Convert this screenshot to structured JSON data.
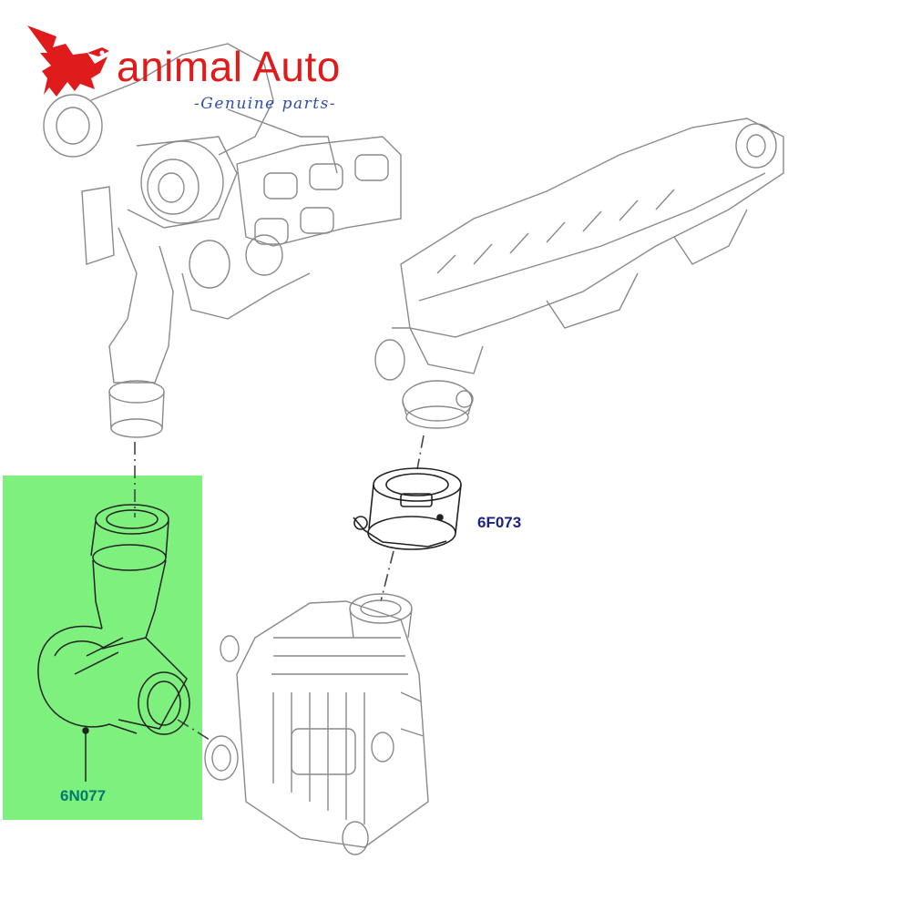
{
  "brand": {
    "name": "animal Auto",
    "tagline": "-Genuine parts-",
    "logo_icon": "red-bird-icon",
    "brand_color": "#e01b1b",
    "tagline_color": "#2f4fa8"
  },
  "callouts": {
    "part_6f073": "6F073",
    "part_6n077": "6N077"
  },
  "colors": {
    "highlight": "#7ef07e",
    "line": "#8a8a8a",
    "part_line": "#222222",
    "label_6f073": "#1a237e",
    "label_6n077": "#007a6e"
  }
}
